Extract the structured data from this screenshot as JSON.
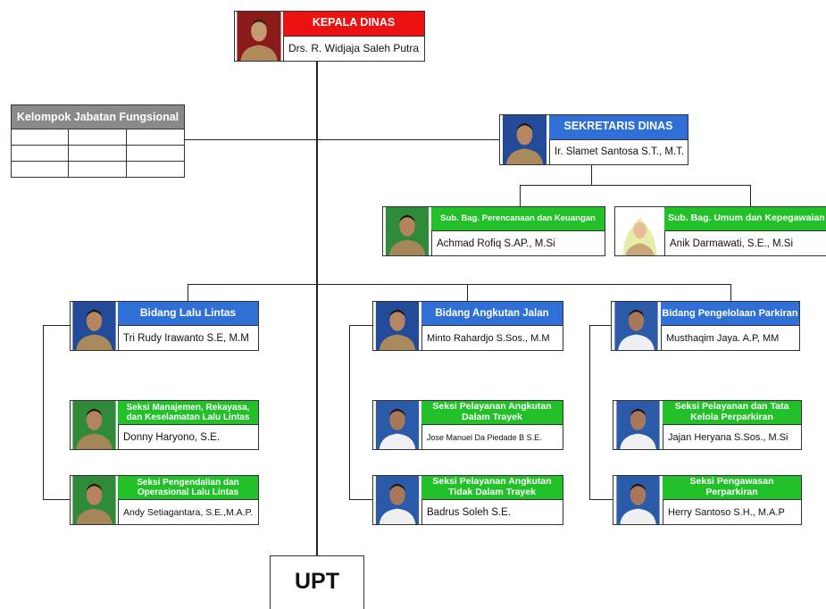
{
  "kepala": {
    "title": "KEPALA DINAS",
    "name": "Drs. R. Widjaja Saleh Putra"
  },
  "kelompok": {
    "title": "Kelompok Jabatan Fungsional"
  },
  "sekretaris": {
    "title": "SEKRETARIS DINAS",
    "name": "Ir. Slamet Santosa S.T., M.T."
  },
  "subbag": [
    {
      "title": "Sub. Bag. Perencanaan dan Keuangan",
      "name": "Achmad Rofiq S.AP., M.Si"
    },
    {
      "title": "Sub. Bag. Umum dan Kepegawaian",
      "name": "Anik Darmawati, S.E., M.Si"
    }
  ],
  "bidang": [
    {
      "title": "Bidang Lalu Lintas",
      "name": "Tri Rudy Irawanto S.E, M.M",
      "seksi": [
        {
          "title": "Seksi Manajemen, Rekayasa, dan Keselamatan Lalu Lintas",
          "name": "Donny Haryono, S.E."
        },
        {
          "title": "Seksi Pengendalian dan Operasional Lalu Lintas",
          "name": "Andy Setiagantara, S.E.,M.A.P."
        }
      ]
    },
    {
      "title": "Bidang Angkutan Jalan",
      "name": "Minto Rahardjo S.Sos., M.M",
      "seksi": [
        {
          "title": "Seksi Pelayanan Angkutan Dalam Trayek",
          "name": "Jose Manuel Da Piedade B S.E."
        },
        {
          "title": "Seksi Pelayanan Angkutan Tidak Dalam Trayek",
          "name": "Badrus Soleh S.E."
        }
      ]
    },
    {
      "title": "Bidang Pengelolaan Parkiran",
      "name": "Musthaqim Jaya. A.P, MM",
      "seksi": [
        {
          "title": "Seksi Pelayanan dan Tata Kelola Perparkiran",
          "name": "Jajan Heryana S.Sos., M.Si"
        },
        {
          "title": "Seksi Pengawasan Perparkiran",
          "name": "Herry Santoso S.H., M.A.P"
        }
      ]
    }
  ],
  "upt": {
    "label": "UPT"
  },
  "colors": {
    "kepala": "#ee1111",
    "sekretaris": "#2f6fd6",
    "bidang": "#2f6fd6",
    "seksi": "#22c12a",
    "kelompok": "#8a8a8a"
  }
}
